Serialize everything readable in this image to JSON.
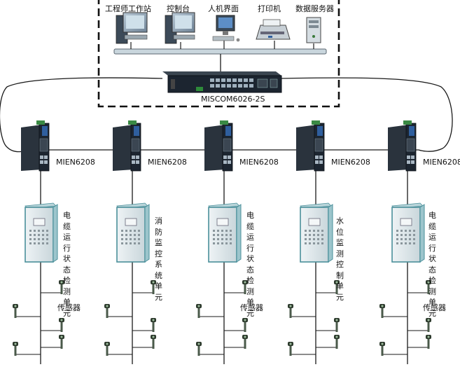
{
  "control_room": {
    "stations": [
      {
        "label": "工程师工作站",
        "icon": "engineer-workstation-icon"
      },
      {
        "label": "控制台",
        "icon": "console-workstation-icon"
      },
      {
        "label": "人机界面",
        "icon": "hmi-monitor-icon"
      },
      {
        "label": "打印机",
        "icon": "printer-icon"
      },
      {
        "label": "数据服务器",
        "icon": "server-tower-icon"
      }
    ],
    "core_switch_label": "MISCOM6026-2S"
  },
  "field_switch_label": "MIEN6208",
  "units": [
    {
      "label": "电缆运行状态检测单元"
    },
    {
      "label": "消防监控系统单元"
    },
    {
      "label": "电缆运行状态检测单元"
    },
    {
      "label": "水位监测控制单元"
    },
    {
      "label": "电缆运行状态检测单元"
    }
  ],
  "sensor_label": "传感器",
  "colors": {
    "line": "#1a1a1a",
    "switch_body": "#1c2530",
    "switch_port_blue": "#2f5f9e",
    "cabinet_face": "#dde6ea",
    "cabinet_edge": "#4a8f9a",
    "cabinet_side": "#9cc5cc",
    "sensor_body": "#2d3a2d"
  }
}
